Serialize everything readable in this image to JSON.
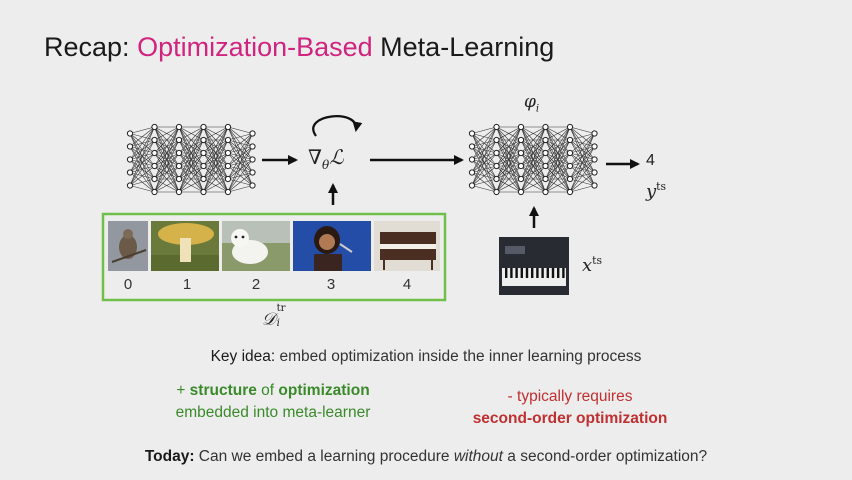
{
  "title": {
    "prefix": "Recap: ",
    "highlight": "Optimization-Based",
    "suffix": " Meta-Learning"
  },
  "math": {
    "phi": "φ",
    "phi_sub": "i",
    "grad": "∇",
    "grad_sub": "θ",
    "loss": "ℒ",
    "output_value": "4",
    "y": "y",
    "y_sup": "ts",
    "x": "x",
    "x_sup": "ts",
    "d": "𝒟",
    "d_sup": "tr",
    "d_sub": "i"
  },
  "support_set": {
    "labels": [
      "0",
      "1",
      "2",
      "3",
      "4"
    ],
    "images": [
      "bird-image",
      "mushroom-image",
      "dog-image",
      "singer-image",
      "piano-image"
    ]
  },
  "query_image": "keyboard-image",
  "colors": {
    "accent_magenta": "#d0247f",
    "green": "#3a8a2a",
    "box_green": "#6fbf4a",
    "red": "#c03030"
  },
  "key_idea": {
    "label": "Key idea:",
    "text": " embed optimization inside the inner learning process"
  },
  "pro": {
    "plus": "+ ",
    "bold1": "structure",
    "mid": " of ",
    "bold2": "optimization",
    "line2": "embedded into meta-learner"
  },
  "con": {
    "line1": "- typically requires",
    "line2": "second-order optimization"
  },
  "today": {
    "label": "Today:",
    "text1": " Can we embed a learning procedure ",
    "emph": "without",
    "text2": " a second-order optimization?"
  }
}
